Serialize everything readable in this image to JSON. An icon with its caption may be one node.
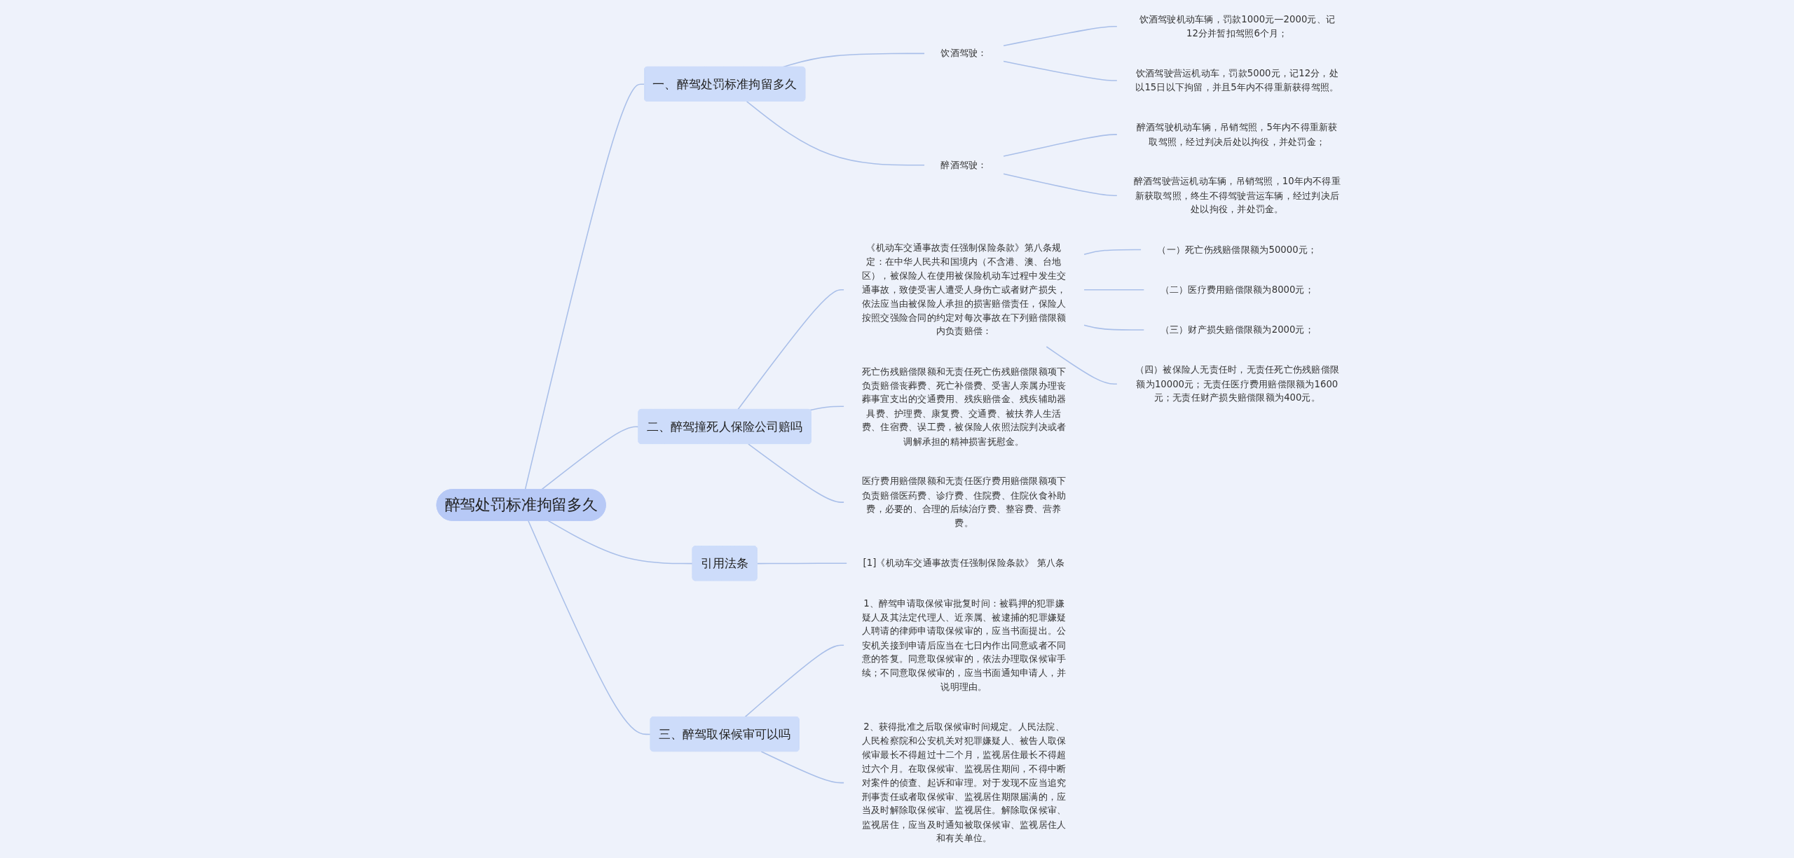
{
  "diagram": {
    "nodes": [
      {
        "text": [
          "醉驾处罚标准拘留多久"
        ]
      },
      {
        "text": [
          "一、醉驾处罚标准拘留多久"
        ]
      },
      {
        "text": [
          "饮酒驾驶："
        ]
      },
      {
        "text": [
          "饮酒驾驶机动车辆，罚款1000元—2000元、记12分并暂扣驾照6个月；"
        ]
      },
      {
        "text": [
          "饮酒驾驶营运机动车，罚款5000元，记12分，处以15日以下拘留，并且5年内不得重新获得驾照。"
        ]
      },
      {
        "text": [
          "醉酒驾驶："
        ]
      },
      {
        "text": [
          "醉酒驾驶机动车辆，吊销驾照，5年内不得重新获取驾照，经过判决后处以拘役，并处罚金；"
        ]
      },
      {
        "text": [
          "醉酒驾驶营运机动车辆，吊销驾照，10年内不得重新获取驾照，终生不得驾驶营运车辆，经过判决后处以拘役，并处罚金。"
        ]
      },
      {
        "text": [
          "二、醉驾撞死人保险公司赔吗"
        ]
      },
      {
        "text": [
          "《机动车交通事故责任强制保险条款》第八条规定：在中华人民共和国境内（不含港、澳、台地区），被保险人在使用被保险机动车过程中发生交通事故，致使受害人遭受人身伤亡或者财产损失，依法应当由被保险人承担的损害赔偿责任，保险人按照交强险合同的约定对每次事故在下列赔偿限额内负责赔偿："
        ]
      },
      {
        "text": [
          "（一）死亡伤残赔偿限额为50000元；"
        ]
      },
      {
        "text": [
          "（二）医疗费用赔偿限额为8000元；"
        ]
      },
      {
        "text": [
          "（三）财产损失赔偿限额为2000元；"
        ]
      },
      {
        "text": [
          "（四）被保险人无责任时，无责任死亡伤残赔偿限额为10000元；无责任医疗费用赔偿限额为1600元；无责任财产损失赔偿限额为400元。"
        ]
      },
      {
        "text": [
          "死亡伤残赔偿限额和无责任死亡伤残赔偿限额项下负责赔偿丧葬费、死亡补偿费、受害人亲属办理丧葬事宜支出的交通费用、残疾赔偿金、残疾辅助器具费、护理费、康复费、交通费、被扶养人生活费、住宿费、误工费，被保险人依照法院判决或者调解承担的精神损害抚慰金。"
        ]
      },
      {
        "text": [
          "医疗费用赔偿限额和无责任医疗费用赔偿限额项下负责赔偿医药费、诊疗费、住院费、住院伙食补助费，必要的、合理的后续治疗费、整容费、营养费。"
        ]
      },
      {
        "text": [
          "引用法条"
        ]
      },
      {
        "text": [
          "[1]《机动车交通事故责任强制保险条款》 第八条"
        ]
      },
      {
        "text": [
          "三、醉驾取保候审可以吗"
        ]
      },
      {
        "text": [
          "1、醉驾申请取保候审批复时间：被羁押的犯罪嫌疑人及其法定代理人、近亲属、被逮捕的犯罪嫌疑人聘请的律师申请取保候审的，应当书面提出。公安机关接到申请后应当在七日内作出同意或者不同意的答复。同意取保候审的，依法办理取保候审手续；不同意取保候审的，应当书面通知申请人，并说明理由。"
        ]
      },
      {
        "text": [
          "2、获得批准之后取保候审时间规定。人民法院、人民检察院和公安机关对犯罪嫌疑人、被告人取保候审最长不得超过十二个月，监视居住最长不得超过六个月。在取保候审、监视居住期间，不得中断对案件的侦查、起诉和审理。对于发现不应当追究刑事责任或者取保候审、监视居住期限届满的，应当及时解除取保候审、监视居住。解除取保候审、监视居住，应当及时通知被取保候审、监视居住人和有关单位。"
        ]
      }
    ],
    "edges": [
      {
        "from": 0,
        "to": 1,
        "arrow": "none"
      },
      {
        "from": 1,
        "to": 2,
        "arrow": "none"
      },
      {
        "from": 2,
        "to": 3,
        "arrow": "none"
      },
      {
        "from": 2,
        "to": 4,
        "arrow": "none"
      },
      {
        "from": 1,
        "to": 5,
        "arrow": "none"
      },
      {
        "from": 5,
        "to": 6,
        "arrow": "none"
      },
      {
        "from": 5,
        "to": 7,
        "arrow": "none"
      },
      {
        "from": 0,
        "to": 8,
        "arrow": "none"
      },
      {
        "from": 8,
        "to": 9,
        "arrow": "none"
      },
      {
        "from": 9,
        "to": 10,
        "arrow": "none"
      },
      {
        "from": 9,
        "to": 11,
        "arrow": "none"
      },
      {
        "from": 9,
        "to": 12,
        "arrow": "none"
      },
      {
        "from": 9,
        "to": 13,
        "arrow": "none"
      },
      {
        "from": 8,
        "to": 14,
        "arrow": "none"
      },
      {
        "from": 8,
        "to": 15,
        "arrow": "none"
      },
      {
        "from": 0,
        "to": 16,
        "arrow": "none"
      },
      {
        "from": 16,
        "to": 17,
        "arrow": "none"
      },
      {
        "from": 0,
        "to": 18,
        "arrow": "none"
      },
      {
        "from": 18,
        "to": 19,
        "arrow": "none"
      },
      {
        "from": 18,
        "to": 20,
        "arrow": "none"
      }
    ]
  }
}
